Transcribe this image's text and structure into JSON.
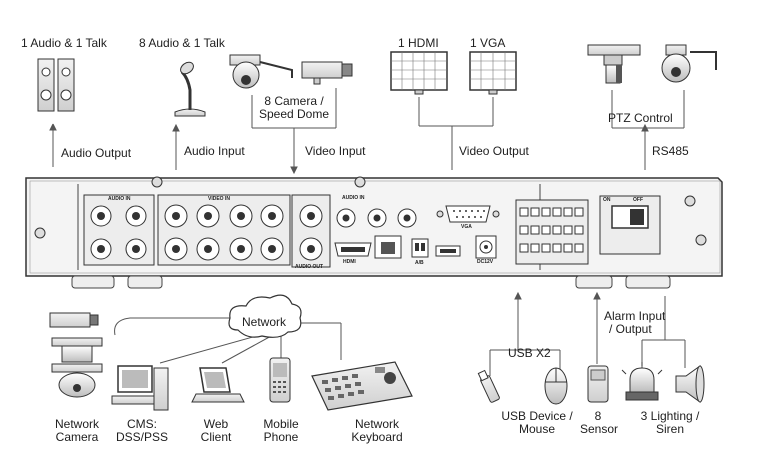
{
  "top": {
    "audio_talk": "1 Audio  & 1 Talk",
    "audio8_talk": "8 Audio & 1 Talk",
    "camera": "8 Camera /",
    "speed_dome": "Speed Dome",
    "hdmi": "1 HDMI",
    "vga": "1 VGA",
    "ptz_control": "PTZ Control"
  },
  "connections_top": {
    "audio_output": "Audio  Output",
    "audio_input": "Audio  Input",
    "video_input": "Video Input",
    "video_output": "Video Output",
    "rs485": "RS485"
  },
  "panel": {
    "audio_in_left": "AUDIO IN",
    "video_in": "VIDEO IN",
    "audio_in_right": "AUDIO IN",
    "audio_out": "AUDIO OUT",
    "hdmi": "HDMI",
    "vga": "VGA",
    "ab": "A/B",
    "power": "DC12V",
    "on": "ON",
    "off": "OFF"
  },
  "network": {
    "label": "Network"
  },
  "bottom": {
    "network_camera": [
      "Network",
      "Camera"
    ],
    "cms": [
      "CMS:",
      "DSS/PSS"
    ],
    "web_client": [
      "Web",
      "Client"
    ],
    "mobile_phone": [
      "Mobile",
      "Phone"
    ],
    "network_keyboard": [
      "Network",
      "Keyboard"
    ],
    "usb_x2": "USB X2",
    "usb_device": [
      "USB Device /",
      "Mouse"
    ],
    "alarm_io": [
      "Alarm Input",
      "/ Output"
    ],
    "sensor": [
      "8",
      "Sensor"
    ],
    "lighting": [
      "3 Lighting /",
      "Siren"
    ]
  }
}
